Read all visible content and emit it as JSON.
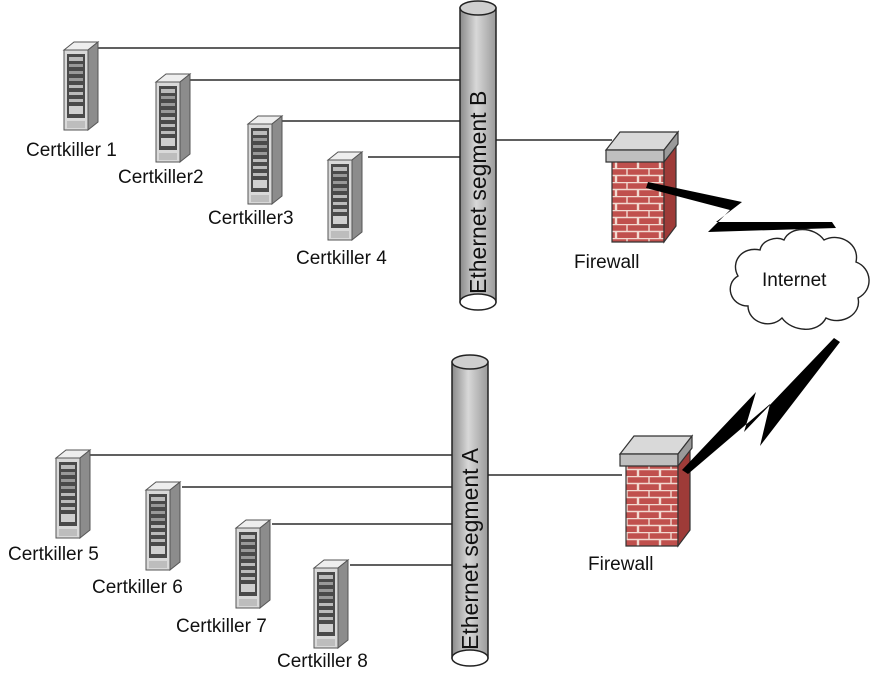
{
  "diagram": {
    "segments": {
      "b": {
        "label": "Ethernet segment B"
      },
      "a": {
        "label": "Ethernet segment A"
      }
    },
    "servers": [
      {
        "label": "Certkiller 1"
      },
      {
        "label": "Certkiller2"
      },
      {
        "label": "Certkiller3"
      },
      {
        "label": "Certkiller 4"
      },
      {
        "label": "Certkiller 5"
      },
      {
        "label": "Certkiller 6"
      },
      {
        "label": "Certkiller 7"
      },
      {
        "label": "Certkiller 8"
      }
    ],
    "firewalls": [
      {
        "label": "Firewall"
      },
      {
        "label": "Firewall"
      }
    ],
    "cloud": {
      "label": "Internet"
    },
    "colors": {
      "brick": "#c0504d",
      "mortar": "#f2d9d0",
      "server_body": "#d9d9d9",
      "server_front": "#555555",
      "link": "#000000"
    }
  }
}
